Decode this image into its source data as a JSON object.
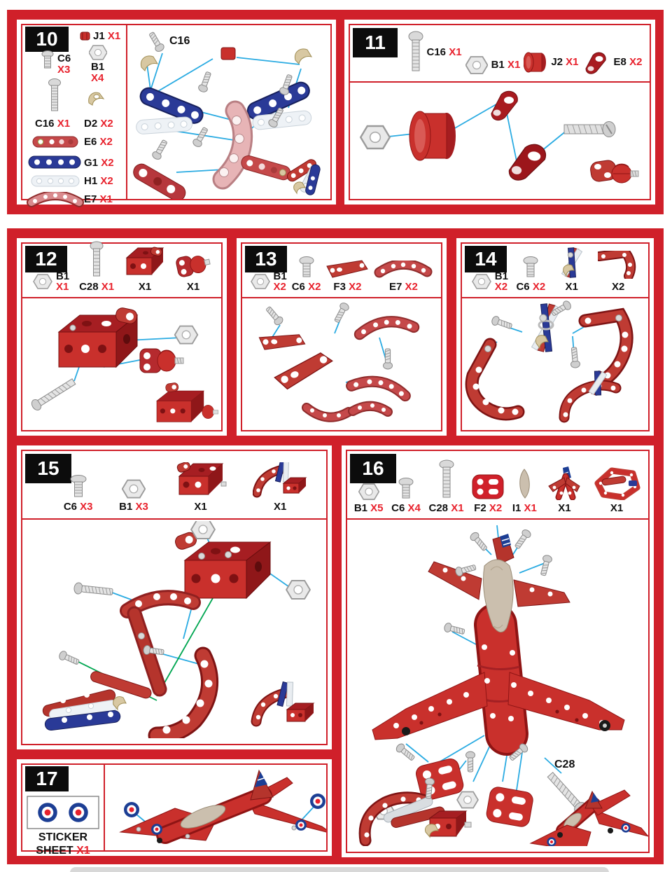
{
  "colors": {
    "accent_red": "#d0202a",
    "qty_red": "#e8222d",
    "line_blue": "#2aabe2",
    "line_green": "#00a651"
  },
  "panels": {
    "p10": {
      "number": "10",
      "diagram_label": "C16",
      "parts": [
        {
          "code": "J1",
          "qty": "X1"
        },
        {
          "code": "C6",
          "qty": "X3"
        },
        {
          "code": "B1",
          "qty": "X4"
        },
        {
          "code": "C16",
          "qty": "X1"
        },
        {
          "code": "D2",
          "qty": "X2"
        },
        {
          "code": "E6",
          "qty": "X2"
        },
        {
          "code": "G1",
          "qty": "X2"
        },
        {
          "code": "H1",
          "qty": "X2"
        },
        {
          "code": "E7",
          "qty": "X1"
        }
      ]
    },
    "p11": {
      "number": "11",
      "parts": [
        {
          "code": "C16",
          "qty": "X1"
        },
        {
          "code": "B1",
          "qty": "X1"
        },
        {
          "code": "J2",
          "qty": "X1"
        },
        {
          "code": "E8",
          "qty": "X2"
        }
      ]
    },
    "p12": {
      "number": "12",
      "parts": [
        {
          "code": "B1",
          "qty": "X1"
        },
        {
          "code": "C28",
          "qty": "X1"
        },
        {
          "code": "",
          "qty": "X1"
        },
        {
          "code": "",
          "qty": "X1"
        }
      ]
    },
    "p13": {
      "number": "13",
      "parts": [
        {
          "code": "B1",
          "qty": "X2"
        },
        {
          "code": "C6",
          "qty": "X2"
        },
        {
          "code": "F3",
          "qty": "X2"
        },
        {
          "code": "E7",
          "qty": "X2"
        }
      ]
    },
    "p14": {
      "number": "14",
      "parts": [
        {
          "code": "B1",
          "qty": "X2"
        },
        {
          "code": "C6",
          "qty": "X2"
        },
        {
          "code": "",
          "qty": "X1"
        },
        {
          "code": "",
          "qty": "X2"
        }
      ]
    },
    "p15": {
      "number": "15",
      "parts": [
        {
          "code": "C6",
          "qty": "X3"
        },
        {
          "code": "B1",
          "qty": "X3"
        },
        {
          "code": "",
          "qty": "X1"
        },
        {
          "code": "",
          "qty": "X1"
        }
      ]
    },
    "p16": {
      "number": "16",
      "diagram_label": "C28",
      "parts": [
        {
          "code": "B1",
          "qty": "X5"
        },
        {
          "code": "C6",
          "qty": "X4"
        },
        {
          "code": "C28",
          "qty": "X1"
        },
        {
          "code": "F2",
          "qty": "X2"
        },
        {
          "code": "I1",
          "qty": "X1"
        },
        {
          "code": "",
          "qty": "X1"
        },
        {
          "code": "",
          "qty": "X1"
        }
      ]
    },
    "p17": {
      "number": "17",
      "sticker_line1": "STICKER",
      "sticker_line2": "SHEET",
      "sticker_qty": "X1"
    }
  }
}
